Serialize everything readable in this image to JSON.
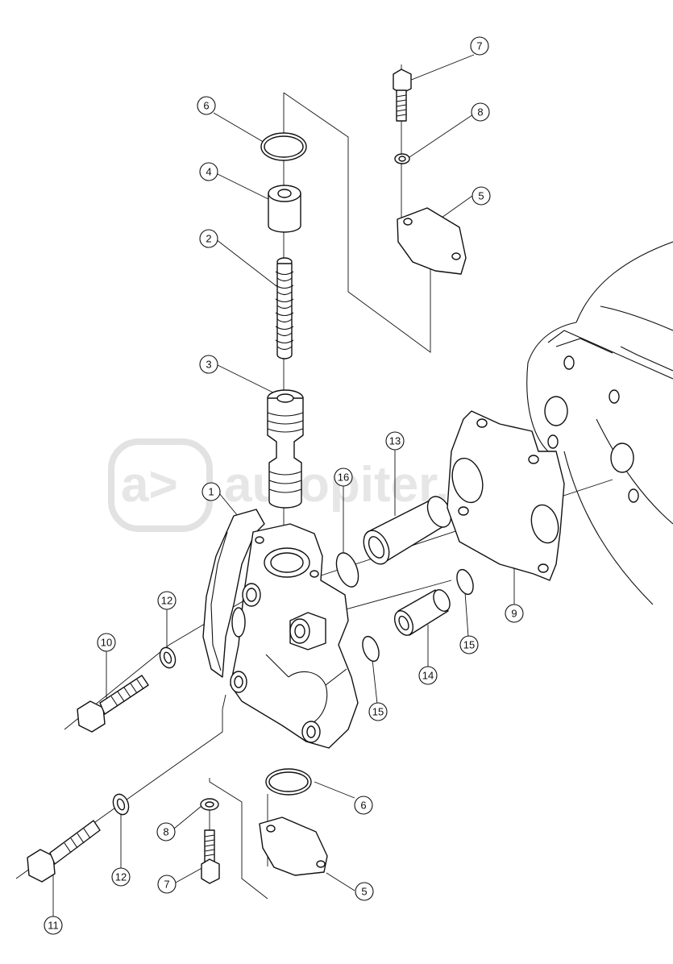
{
  "watermark": {
    "text": "autopiter.ru",
    "logo_mark": "a>"
  },
  "colors": {
    "line": "#111111",
    "background": "#ffffff",
    "watermark": "#e6e6e6"
  },
  "callouts": [
    "1",
    "2",
    "3",
    "4",
    "5",
    "5",
    "6",
    "6",
    "7",
    "7",
    "8",
    "8",
    "9",
    "10",
    "11",
    "12",
    "12",
    "13",
    "14",
    "15",
    "15",
    "16"
  ]
}
